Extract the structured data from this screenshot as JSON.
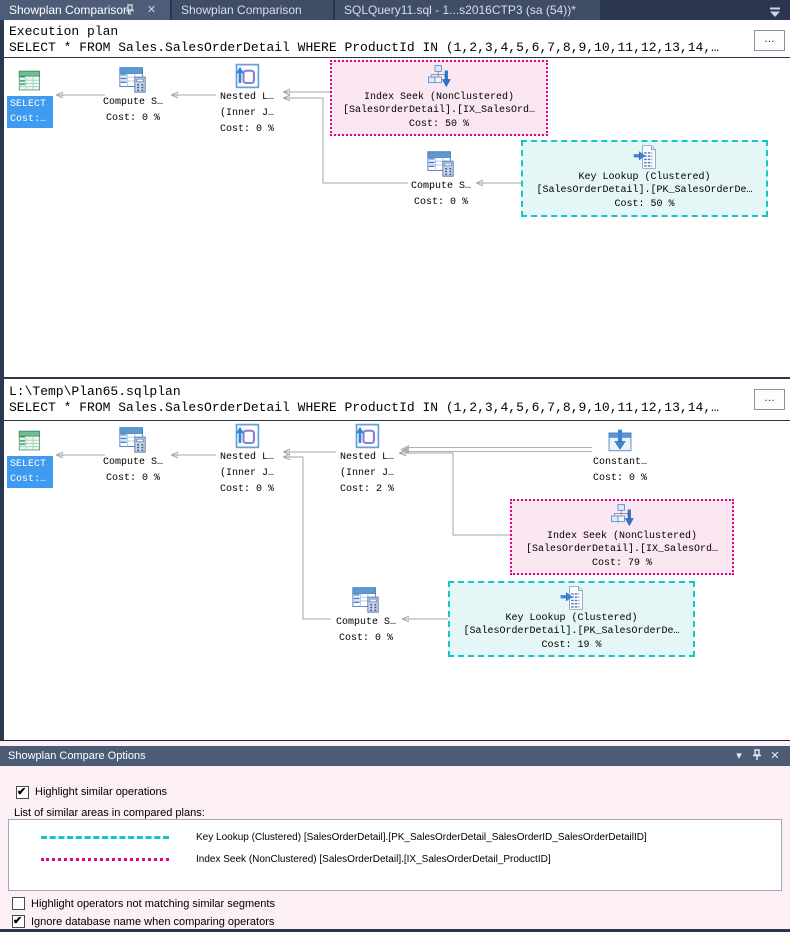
{
  "tabs": {
    "active": "Showplan Comparison",
    "tab2": "Showplan Comparison",
    "tab3": "SQLQuery11.sql - 1...s2016CTP3 (sa (54))*"
  },
  "colors": {
    "index_seek_highlight": "#E0067F",
    "key_lookup_highlight": "#16C6C6",
    "selected_node": "#3E9BF0"
  },
  "plan1": {
    "title": "Execution plan",
    "query": "SELECT * FROM Sales.SalesOrderDetail WHERE ProductId IN (1,2,3,4,5,6,7,8,9,10,11,12,13,14,…",
    "ellipsis": "…",
    "nodes": {
      "select": {
        "line1": "SELECT",
        "line2": "Cost:…"
      },
      "compute1": {
        "line1": "Compute S…",
        "line2": "Cost: 0 %"
      },
      "nested1": {
        "line1": "Nested L…",
        "line2": "(Inner J…",
        "line3": "Cost: 0 %"
      },
      "index_seek": {
        "line1": "Index Seek (NonClustered)",
        "line2": "[SalesOrderDetail].[IX_SalesOrd…",
        "line3": "Cost: 50 %"
      },
      "compute2": {
        "line1": "Compute S…",
        "line2": "Cost: 0 %"
      },
      "key_lookup": {
        "line1": "Key Lookup (Clustered)",
        "line2": "[SalesOrderDetail].[PK_SalesOrderDe…",
        "line3": "Cost: 50 %"
      }
    }
  },
  "plan2": {
    "title": "L:\\Temp\\Plan65.sqlplan",
    "query": "SELECT * FROM Sales.SalesOrderDetail WHERE ProductId IN (1,2,3,4,5,6,7,8,9,10,11,12,13,14,…",
    "ellipsis": "…",
    "nodes": {
      "select": {
        "line1": "SELECT",
        "line2": "Cost:…"
      },
      "compute1": {
        "line1": "Compute S…",
        "line2": "Cost: 0 %"
      },
      "nested1": {
        "line1": "Nested L…",
        "line2": "(Inner J…",
        "line3": "Cost: 0 %"
      },
      "nested2": {
        "line1": "Nested L…",
        "line2": "(Inner J…",
        "line3": "Cost: 2 %"
      },
      "constant": {
        "line1": "Constant…",
        "line2": "Cost: 0 %"
      },
      "index_seek": {
        "line1": "Index Seek (NonClustered)",
        "line2": "[SalesOrderDetail].[IX_SalesOrd…",
        "line3": "Cost: 79 %"
      },
      "compute2": {
        "line1": "Compute S…",
        "line2": "Cost: 0 %"
      },
      "key_lookup": {
        "line1": "Key Lookup (Clustered)",
        "line2": "[SalesOrderDetail].[PK_SalesOrderDe…",
        "line3": "Cost: 19 %"
      }
    }
  },
  "options": {
    "title": "Showplan Compare Options",
    "highlight_similar": {
      "checked": true,
      "label": "Highlight similar operations"
    },
    "list_label": "List of similar areas in compared plans:",
    "similar_areas": [
      {
        "style": "dashed",
        "color": "#16C6C6",
        "label": "Key Lookup (Clustered) [SalesOrderDetail].[PK_SalesOrderDetail_SalesOrderID_SalesOrderDetailID]"
      },
      {
        "style": "dotted",
        "color": "#E0067F",
        "label": "Index Seek (NonClustered) [SalesOrderDetail].[IX_SalesOrderDetail_ProductID]"
      }
    ],
    "highlight_not_matching": {
      "checked": false,
      "label": "Highlight operators not matching similar segments"
    },
    "ignore_db_name": {
      "checked": true,
      "label": "Ignore database name when comparing operators"
    }
  }
}
